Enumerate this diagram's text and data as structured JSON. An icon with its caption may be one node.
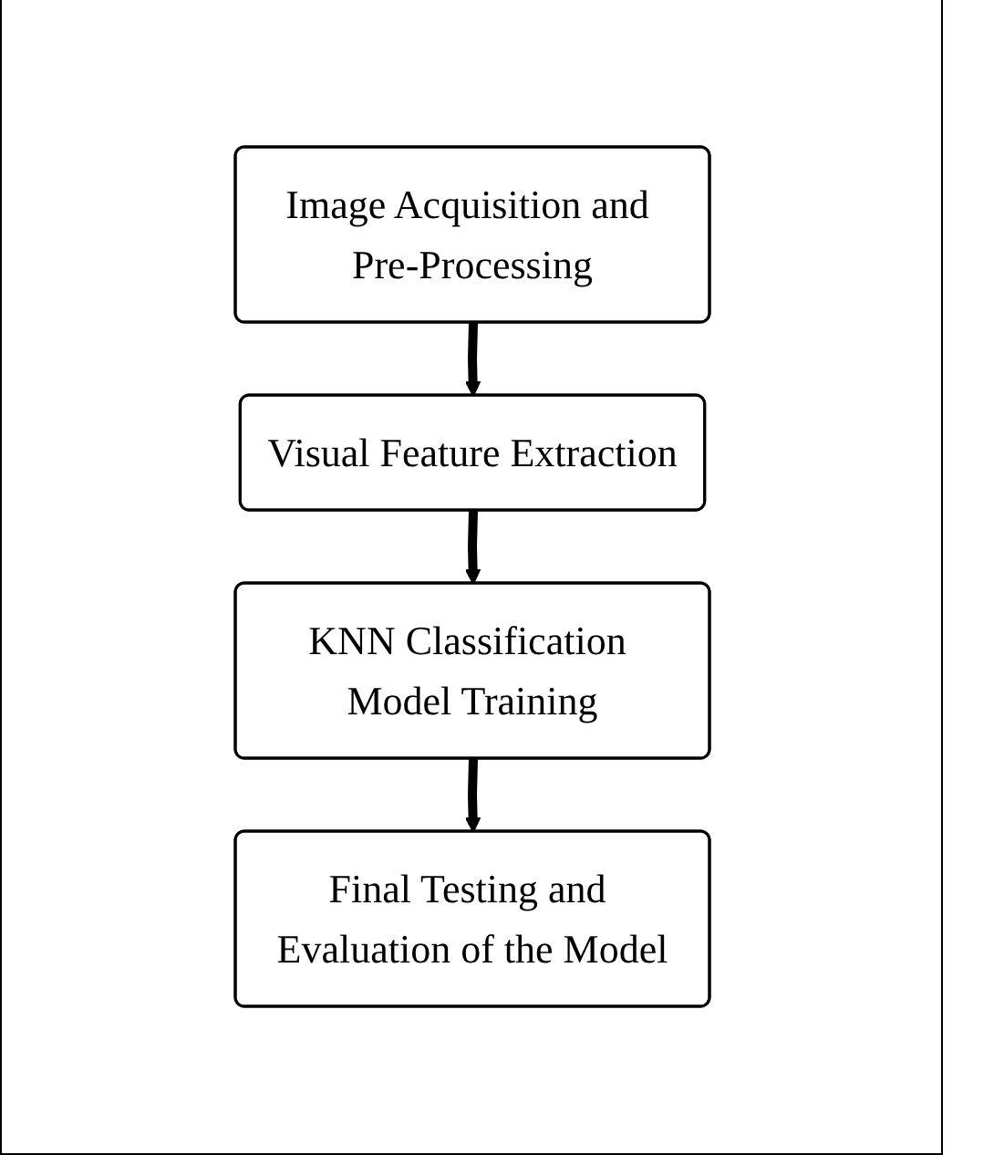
{
  "diagram": {
    "nodes": [
      {
        "text": [
          "Image Acquisition and Pre-Processing"
        ]
      },
      {
        "text": [
          "Visual Feature Extraction"
        ]
      },
      {
        "text": [
          "KNN Classification Model Training"
        ]
      },
      {
        "text": [
          "Final Testing and Evaluation of the Model"
        ]
      }
    ],
    "edges": [
      {
        "from": 0,
        "to": 1,
        "arrow": "to"
      },
      {
        "from": 1,
        "to": 2,
        "arrow": "to"
      },
      {
        "from": 2,
        "to": 3,
        "arrow": "to"
      }
    ]
  }
}
